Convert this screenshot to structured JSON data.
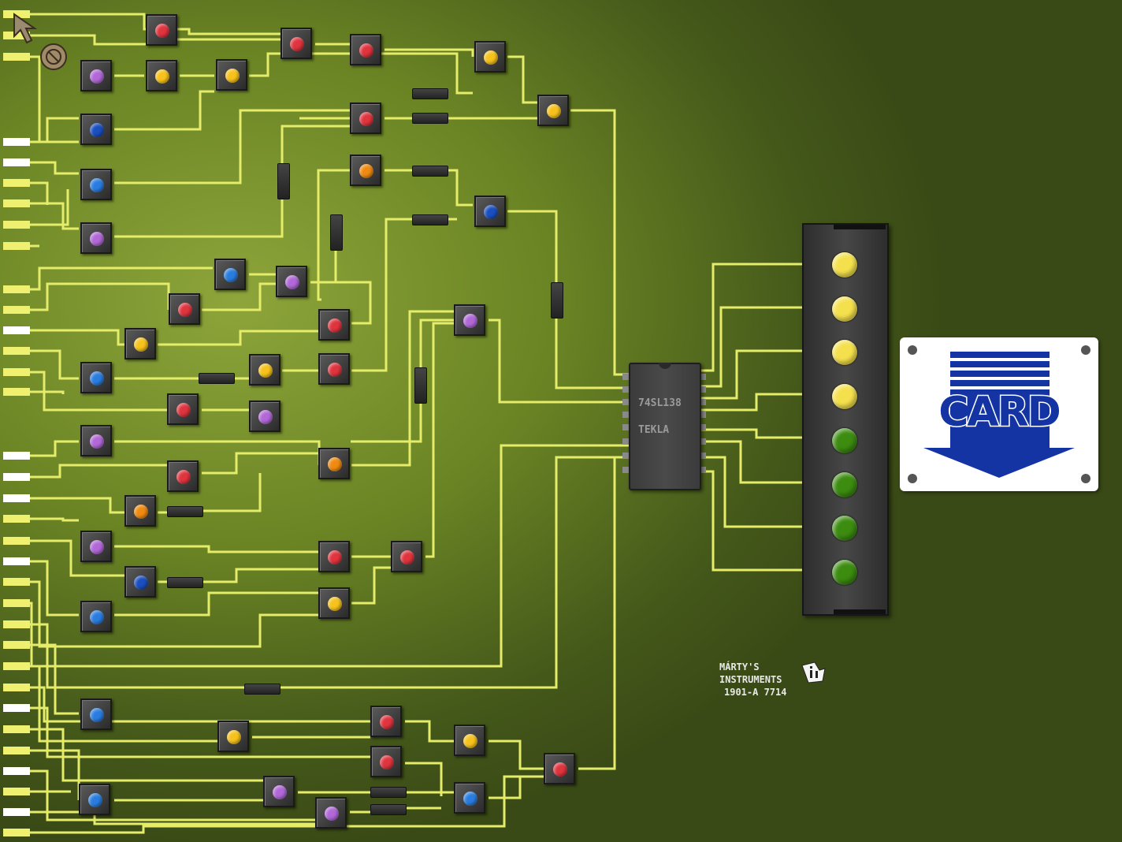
{
  "chip": {
    "line1": "74SL138",
    "line2": "TEKLA"
  },
  "maker": {
    "line1": "MÁRTY'S",
    "line2": "INSTRUMENTS",
    "line3": "1901-A  7714",
    "logo_icon": "mi-logo-icon"
  },
  "card_slot": {
    "label": "CARD",
    "icon": "down-arrow-icon",
    "color": "#1434a4"
  },
  "colors": {
    "wire": "#e4ec6a",
    "red": "#e0343e",
    "yellow": "#f7c21c",
    "blue": "#2a7de0",
    "darkblue": "#1a4fc0",
    "purple": "#b268d8",
    "orange": "#f08a10",
    "bulb_yellow": "#f4e04c",
    "bulb_green": "#3c8c10",
    "pin_on": "#f0f070",
    "pin_off": "#ffffff"
  },
  "input_pins": [
    "on",
    "on",
    "on",
    "off",
    "off",
    "on",
    "on",
    "on",
    "on",
    "on",
    "on",
    "off",
    "on",
    "on",
    "on",
    "off",
    "off",
    "off",
    "on",
    "on",
    "off",
    "on",
    "on",
    "on",
    "on",
    "on",
    "on",
    "off",
    "on",
    "on",
    "off",
    "on",
    "off",
    "on",
    "on",
    "on",
    "on",
    "on",
    "off",
    "on",
    "off"
  ],
  "gates": [
    "red",
    "red",
    "red",
    "yellow",
    "purple",
    "yellow",
    "yellow",
    "yellow",
    "red",
    "darkblue",
    "blue",
    "orange",
    "darkblue",
    "purple",
    "blue",
    "purple",
    "red",
    "red",
    "yellow",
    "red",
    "yellow",
    "purple",
    "blue",
    "red",
    "purple",
    "purple",
    "orange",
    "red",
    "orange",
    "purple",
    "red",
    "red",
    "darkblue",
    "blue",
    "yellow",
    "blue",
    "yellow",
    "red",
    "red",
    "yellow",
    "red",
    "purple",
    "purple",
    "blue",
    "blue"
  ],
  "output_bulbs": [
    "yellow",
    "yellow",
    "yellow",
    "yellow",
    "green",
    "green",
    "green",
    "green"
  ],
  "cursor_icon": "arrow-cursor-icon"
}
